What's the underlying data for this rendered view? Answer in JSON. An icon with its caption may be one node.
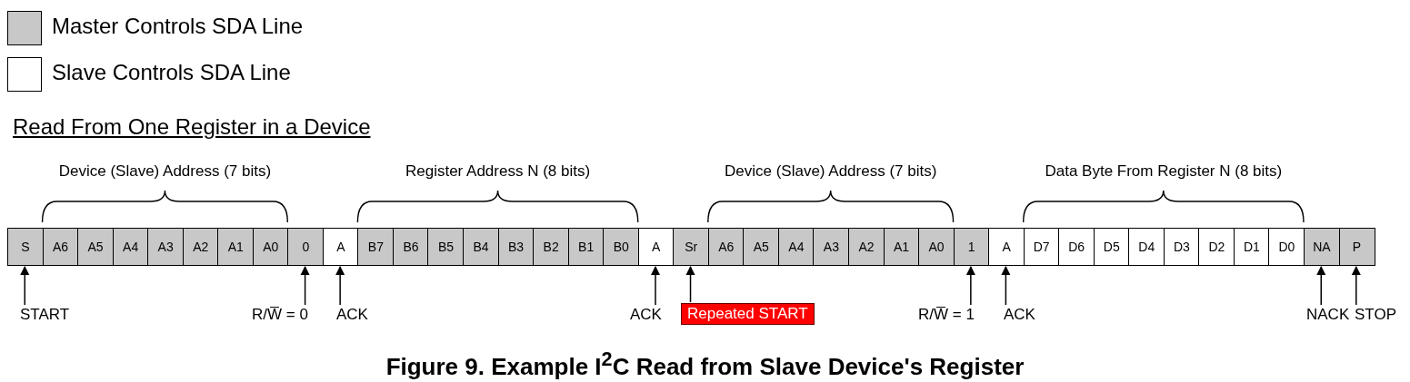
{
  "diagram": {
    "title": "Read From One Register in a Device",
    "caption": "Figure 9. Example I$^{2}$C Read from Slave Device's Register",
    "nodes": [
      {
        "text": [
          "S"
        ]
      },
      {
        "text": [
          "A6"
        ]
      },
      {
        "text": [
          "A5"
        ]
      },
      {
        "text": [
          "A4"
        ]
      },
      {
        "text": [
          "A3"
        ]
      },
      {
        "text": [
          "A2"
        ]
      },
      {
        "text": [
          "A1"
        ]
      },
      {
        "text": [
          "A0"
        ]
      },
      {
        "text": [
          "0"
        ]
      },
      {
        "text": [
          "A"
        ]
      },
      {
        "text": [
          "B7"
        ]
      },
      {
        "text": [
          "B6"
        ]
      },
      {
        "text": [
          "B5"
        ]
      },
      {
        "text": [
          "B4"
        ]
      },
      {
        "text": [
          "B3"
        ]
      },
      {
        "text": [
          "B2"
        ]
      },
      {
        "text": [
          "B1"
        ]
      },
      {
        "text": [
          "B0"
        ]
      },
      {
        "text": [
          "A"
        ]
      },
      {
        "text": [
          "Sr"
        ]
      },
      {
        "text": [
          "A6"
        ]
      },
      {
        "text": [
          "A5"
        ]
      },
      {
        "text": [
          "A4"
        ]
      },
      {
        "text": [
          "A3"
        ]
      },
      {
        "text": [
          "A2"
        ]
      },
      {
        "text": [
          "A1"
        ]
      },
      {
        "text": [
          "A0"
        ]
      },
      {
        "text": [
          "1"
        ]
      },
      {
        "text": [
          "A"
        ]
      },
      {
        "text": [
          "D7"
        ]
      },
      {
        "text": [
          "D6"
        ]
      },
      {
        "text": [
          "D5"
        ]
      },
      {
        "text": [
          "D4"
        ]
      },
      {
        "text": [
          "D3"
        ]
      },
      {
        "text": [
          "D2"
        ]
      },
      {
        "text": [
          "D1"
        ]
      },
      {
        "text": [
          "D0"
        ]
      },
      {
        "text": [
          "NA"
        ]
      },
      {
        "text": [
          "P"
        ]
      },
      {
        "text": [
          "START"
        ]
      },
      {
        "text": [
          "R/W̅ = 0"
        ]
      },
      {
        "text": [
          "ACK"
        ]
      },
      {
        "text": [
          "ACK"
        ]
      },
      {
        "text": [
          "Repeated START"
        ]
      },
      {
        "text": [
          "R/W̅ = 1"
        ]
      },
      {
        "text": [
          "ACK"
        ]
      },
      {
        "text": [
          "NACK"
        ]
      },
      {
        "text": [
          "STOP"
        ]
      }
    ],
    "edges": [
      {
        "from": 39,
        "to": 0,
        "arrow": "to"
      },
      {
        "from": 40,
        "to": 8,
        "arrow": "to"
      },
      {
        "from": 41,
        "to": 9,
        "arrow": "to"
      },
      {
        "from": 42,
        "to": 18,
        "arrow": "to"
      },
      {
        "from": 43,
        "to": 19,
        "arrow": "to"
      },
      {
        "from": 44,
        "to": 27,
        "arrow": "to"
      },
      {
        "from": 45,
        "to": 28,
        "arrow": "to"
      },
      {
        "from": 46,
        "to": 37,
        "arrow": "to"
      },
      {
        "from": 47,
        "to": 38,
        "arrow": "to"
      }
    ],
    "labels": [
      "Device (Slave) Address (7 bits)",
      "Register Address N (8 bits)",
      "Device (Slave) Address (7 bits)",
      "Data Byte From Register N (8 bits)"
    ],
    "legend": [
      {
        "text": "Master Controls SDA Line",
        "color": "#c8c8c8"
      },
      {
        "text": "Slave Controls SDA Line",
        "color": "#ffffff"
      }
    ]
  }
}
